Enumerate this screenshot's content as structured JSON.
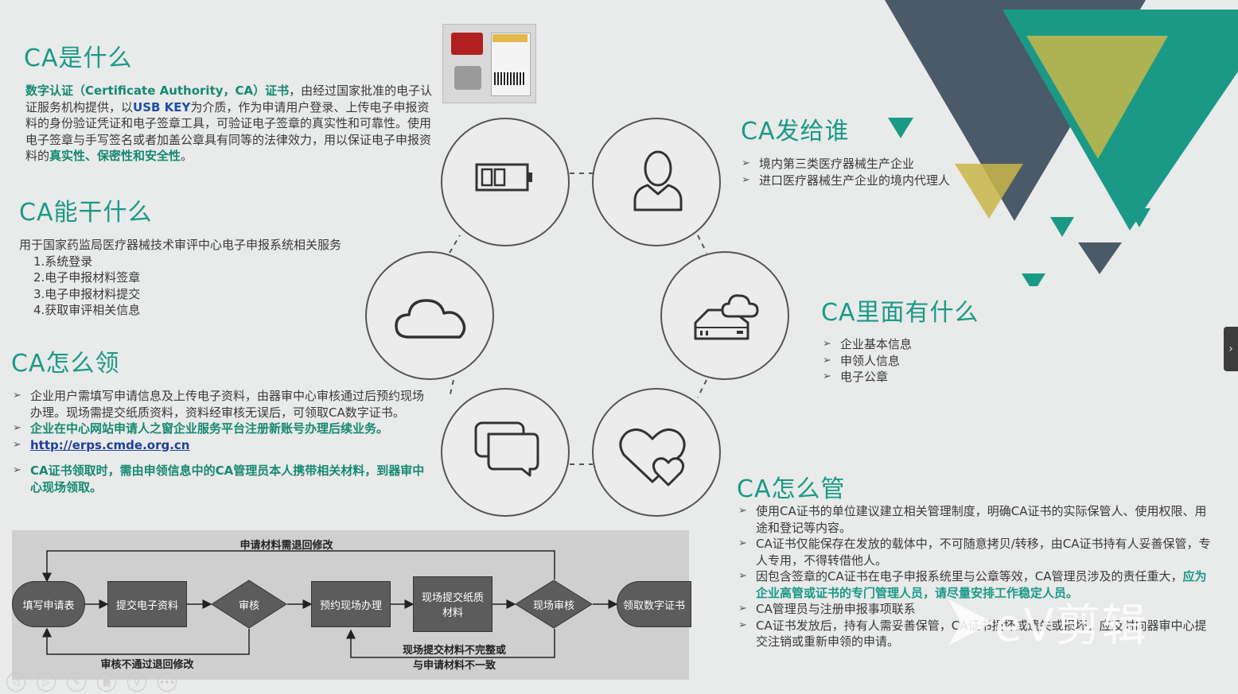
{
  "sec1": {
    "title": "CA是什么",
    "p_intro": "数字认证（Certificate Authority，CA）证书",
    "p_a": "，由经过国家批准的电子认证服务机构提供，以",
    "p_usb": "USB KEY",
    "p_b": "为介质，作为申请用户登录、上传电子申报资料的身份验证凭证和电子签章工具，可验证电子签章的真实性和可靠性。使用电子签章与手写签名或者加盖公章具有同等的法律效力，用以保证电子申报资料的",
    "p_c": "真实性、保密性和安全性",
    "p_d": "。"
  },
  "sec2": {
    "title": "CA能干什么",
    "intro": "用于国家药监局医疗器械技术审评中心电子申报系统相关服务",
    "items": [
      "1.系统登录",
      "2.电子申报材料签章",
      "3.电子申报材料提交",
      "4.获取审评相关信息"
    ]
  },
  "sec3": {
    "title": "CA怎么领",
    "b1": "企业用户需填写申请信息及上传电子资料，由器审中心审核通过后预约现场办理。现场需提交纸质资料，资料经审核无误后，可领取CA数字证书。",
    "b2": "企业在中心网站申请人之窗企业服务平台注册新账号办理后续业务。",
    "b3": "http://erps.cmde.org.cn",
    "b4": "CA证书领取时，需由申领信息中的CA管理员本人携带相关材料，到器审中心现场领取。"
  },
  "sec4": {
    "title": "CA发给谁",
    "items": [
      "境内第三类医疗器械生产企业",
      "进口医疗器械生产企业的境内代理人"
    ]
  },
  "sec5": {
    "title": "CA里面有什么",
    "items": [
      "企业基本信息",
      "申领人信息",
      "电子公章"
    ]
  },
  "sec6": {
    "title": "CA怎么管",
    "i1": "使用CA证书的单位建议建立相关管理制度，明确CA证书的实际保管人、使用权限、用途和登记等内容。",
    "i2": "CA证书仅能保存在发放的载体中，不可随意拷贝/转移，由CA证书持有人妥善保管，专人专用，不得转借他人。",
    "i3a": "因包含签章的CA证书在电子申报系统里与公章等效，CA管理员涉及的责任重大，",
    "i3b": "应为企业高管或证书的专门管理人员，请尽量安排工作稳定人员。",
    "i4": "CA管理员与注册申报事项联系",
    "i5": "CA证书发放后，持有人需妥善保管，CA证书损坏或遗失或损坏，应及时向器审中心提交注销或重新申领的申请。"
  },
  "flow": {
    "top_label": "申请材料需退回修改",
    "steps": [
      "填写申请表",
      "提交电子资料",
      "审核",
      "预约现场办理",
      "现场提交纸质材料",
      "现场审核",
      "领取数字证书"
    ],
    "bottom_left_label": "审核不通过退回修改",
    "bottom_right_label": "现场提交材料不完整或与申请材料不一致"
  },
  "watermark": "eV剪辑",
  "colors": {
    "accent": "#1a9a86",
    "slate": "#4b5a69",
    "olive": "#c8b64a"
  }
}
